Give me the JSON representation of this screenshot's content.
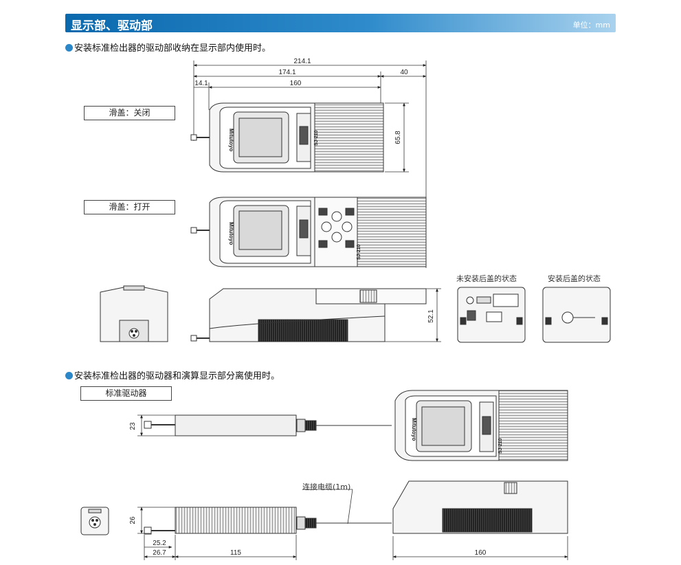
{
  "header": {
    "title": "显示部、驱动部",
    "unit": "单位：mm"
  },
  "sections": [
    {
      "note": "安装标准检出器的驱动部收纳在显示部内使用时。"
    },
    {
      "note": "安装标准检出器的驱动器和演算显示部分离使用时。"
    }
  ],
  "labels": {
    "cover_closed": "滑盖：关闭",
    "cover_open": "滑盖：打开",
    "standard_drive": "标准驱动器",
    "rear_no_cover": "未安装后盖的状态",
    "rear_with_cover": "安装后盖的状态",
    "cable": "连接电缆(1m)"
  },
  "dimensions": {
    "total_length": "214.1",
    "body_length": "174.1",
    "extension": "40",
    "probe_offset": "14.1",
    "display_length": "160",
    "width": "65.8",
    "height": "52.1",
    "drive_width": "23",
    "drive_height": "26",
    "probe_a": "25.2",
    "probe_b": "26.7",
    "drive_length": "115",
    "unit_length": "160"
  },
  "device": {
    "brand": "Mitutoyo",
    "model": "SJ-210"
  },
  "colors": {
    "accent": "#0a68ad",
    "bullet": "#2c87c8",
    "line": "#333333",
    "fill": "#f2f2f2"
  }
}
